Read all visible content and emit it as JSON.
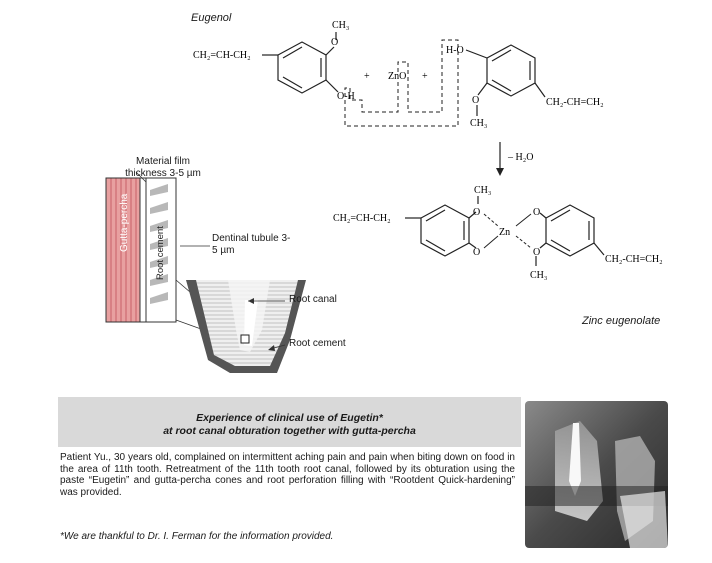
{
  "chemistry": {
    "eugenol_label": "Eugenol",
    "zinc_eugenolate_label": "Zinc eugenolate",
    "allyl_left": "CH₂=CH-CH₂",
    "allyl_right": "CH₂-CH=CH₂",
    "methyl": "CH₃",
    "oxygen": "O",
    "hydroxyl": "O-H",
    "hydroxyl_right": "H-O",
    "plus": "+",
    "zinc_oxide": "ZnO",
    "zinc": "Zn",
    "reaction_arrow_label": "– H₂O"
  },
  "diagram": {
    "material_film": "Material film thickness 3-5 µm",
    "gutta_percha": "Gutta-percha",
    "root_cement_vertical": "Root cement",
    "dentinal_tubule": "Dentinal tubule 3-5 µm",
    "root_canal": "Root canal",
    "root_cement": "Root cement"
  },
  "case": {
    "title_line1": "Experience of clinical use of Eugetin*",
    "title_line2": "at root canal obturation together with gutta-percha",
    "body": "Patient Yu., 30 years old, complained on intermittent aching pain and pain when biting down on food in the area of 11th tooth. Retreatment of the 11th tooth root canal, followed by its obturation using the paste “Eugetin” and gutta-percha cones and root perforation filling with “Rootdent Quick-hardening” was provided.",
    "note": "*We are thankful to Dr. I. Ferman for the information provided."
  },
  "colors": {
    "gutta_percha": "#e8a0a0",
    "gutta_lines": "#c2505a",
    "title_box": "#d9d9d9"
  }
}
